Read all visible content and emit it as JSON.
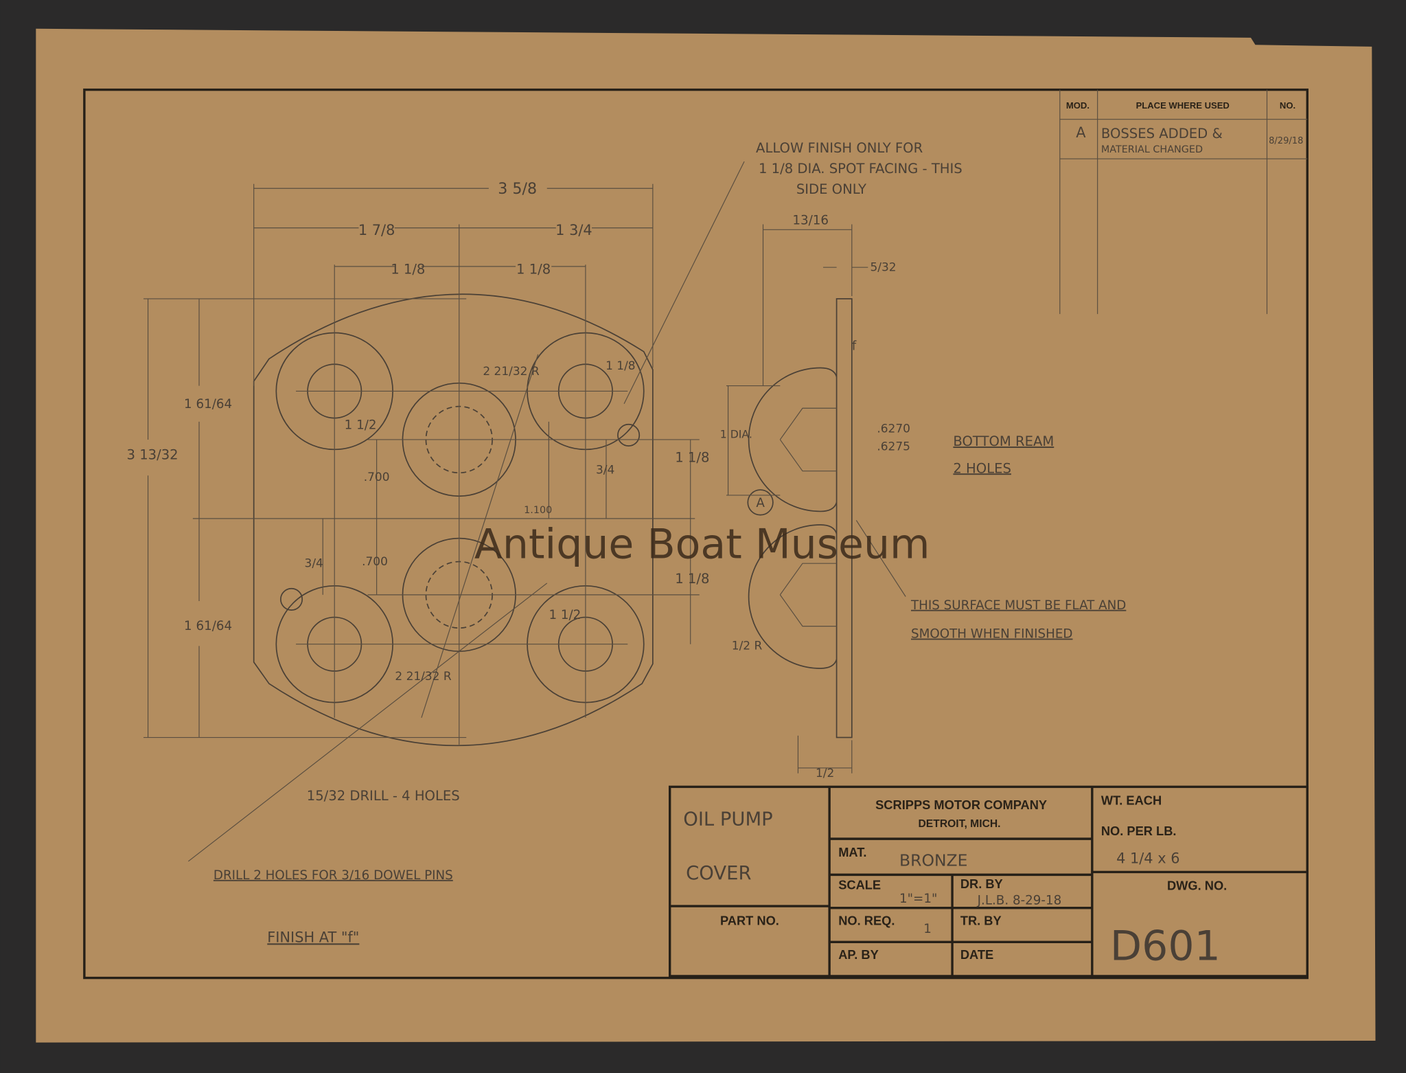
{
  "watermark": "Antique Boat Museum",
  "revision_table": {
    "headers": [
      "MOD.",
      "PLACE WHERE USED",
      "NO."
    ],
    "rows": [
      {
        "mod": "A",
        "place_line1": "BOSSES ADDED &",
        "place_line2": "MATERIAL CHANGED",
        "no": "8/29/18"
      }
    ]
  },
  "dimensions": {
    "overall_width": "3 5/8",
    "left_half": "1 7/8",
    "right_half": "1 3/4",
    "left_spacing": "1 1/8",
    "right_spacing": "1 1/8",
    "overall_height": "3 13/32",
    "upper_height": "1 61/64",
    "lower_height": "1 61/64",
    "boss_dia_upper": "1 1/2",
    "boss_dia_lower": "1 1/2",
    "radius_upper": "2 21/32 R",
    "radius_lower": "2 21/32 R",
    "spot_face": "1 1/8",
    "offset_upper": ".700",
    "offset_lower": ".700",
    "dowel_upper": "3/4",
    "dowel_lower": "3/4",
    "center_upper": "1 1/8",
    "center_lower": "1 1/8",
    "center_mark": "1.100",
    "side_thickness": "13/16",
    "plate_thickness": "5/32",
    "boss_dia": "1 DIA.",
    "ream_1": ".6270",
    "ream_2": ".6275",
    "base_width": "1/2",
    "boss_radius": "1/2 R",
    "finish_mark": "f",
    "section_mark": "A"
  },
  "notes": {
    "spot_facing_1": "ALLOW FINISH ONLY FOR",
    "spot_facing_2": "1 1/8 DIA. SPOT FACING - THIS",
    "spot_facing_3": "SIDE ONLY",
    "ream_1": "BOTTOM REAM",
    "ream_2": "2 HOLES",
    "flat_1": "THIS SURFACE MUST BE FLAT AND",
    "flat_2": "SMOOTH WHEN FINISHED",
    "drill": "15/32 DRILL - 4 HOLES",
    "dowel": "DRILL 2 HOLES FOR 3/16 DOWEL PINS",
    "finish": "FINISH AT \"f\""
  },
  "title_block": {
    "part_name_1": "OIL PUMP",
    "part_name_2": "COVER",
    "company": "SCRIPPS MOTOR COMPANY",
    "city": "DETROIT, MICH.",
    "wt_each_label": "WT. EACH",
    "no_per_lb_label": "NO. PER LB.",
    "no_per_lb_value": "4 1/4 x 6",
    "mat_label": "MAT.",
    "mat_value": "BRONZE",
    "scale_label": "SCALE",
    "scale_value": "1\"=1\"",
    "dr_by_label": "DR. BY",
    "dr_by_value": "J.L.B. 8-29-18",
    "part_no_label": "PART NO.",
    "no_req_label": "NO. REQ.",
    "no_req_value": "1",
    "tr_by_label": "TR. BY",
    "ap_by_label": "AP. BY",
    "date_label": "DATE",
    "dwg_no_label": "DWG. NO.",
    "dwg_no_value": "D601"
  }
}
